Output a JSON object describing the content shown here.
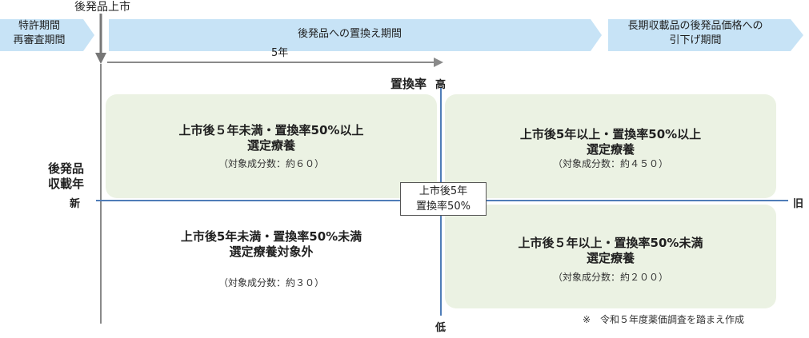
{
  "header": {
    "launch_label": "後発品上市",
    "patent_period": [
      "特許期間",
      "再審査期間"
    ],
    "replacement_period": "後発品への置換え期間",
    "long_term_period": [
      "長期収載品の後発品価格への",
      "引下げ期間"
    ],
    "five_years_label": "5年"
  },
  "axes": {
    "replacement_rate_title": "置換率",
    "high": "高",
    "low": "低",
    "listing_year_title": [
      "後発品",
      "収載年"
    ],
    "new": "新",
    "old": "旧"
  },
  "center_box": {
    "line1": "上市後5年",
    "line2": "置換率50%"
  },
  "quadrants": {
    "top_left": {
      "title": [
        "上市後５年未満・置換率50%以上",
        "選定療養"
      ],
      "count": "（対象成分数：約６０）"
    },
    "top_right": {
      "title": [
        "上市後5年以上・置換率50%以上",
        "選定療養"
      ],
      "count": "（対象成分数：約４５０）"
    },
    "bottom_left": {
      "title": [
        "上市後5年未満・置換率50%未満",
        "選定療養対象外"
      ],
      "count": "（対象成分数：約３０）"
    },
    "bottom_right": {
      "title": [
        "上市後５年以上・置換率50%未満",
        "選定療養"
      ],
      "count": "（対象成分数：約２００）"
    }
  },
  "footnote": "※　令和５年度薬価調査を踏まえ作成",
  "colors": {
    "quadrant_fill": "#ebf2e3",
    "banner_fill": "#c7e3f6",
    "axis_line": "#4f7db8",
    "launch_arrow": "#777777"
  }
}
